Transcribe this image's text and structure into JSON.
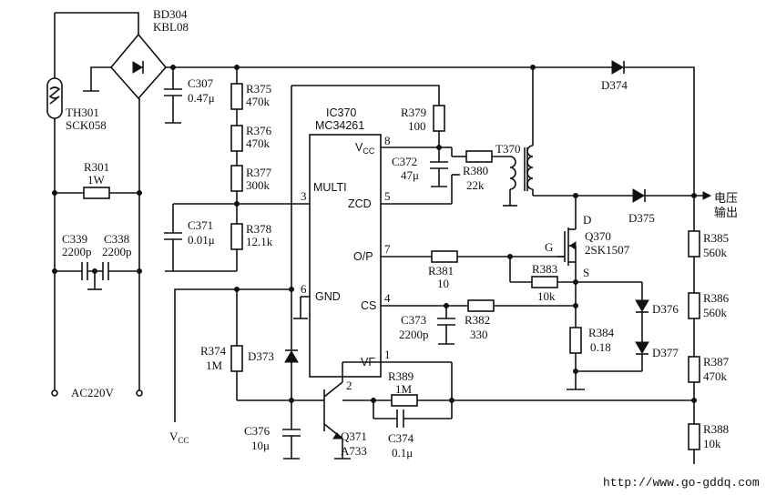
{
  "labels": {
    "bd_ref": "BD304",
    "bd_val": "KBL08",
    "th_ref": "TH301",
    "th_val": "SCK058",
    "r301_ref": "R301",
    "r301_val": "1W",
    "c339_ref": "C339",
    "c338_ref": "C338",
    "c339_val": "2200p",
    "c338_val": "2200p",
    "ac": "AC220V",
    "c307_ref": "C307",
    "c307_val": "0.47μ",
    "r375_ref": "R375",
    "r375_val": "470k",
    "r376_ref": "R376",
    "r376_val": "470k",
    "r377_ref": "R377",
    "r377_val": "300k",
    "r378_ref": "R378",
    "r378_val": "12.1k",
    "c371_ref": "C371",
    "c371_val": "0.01μ",
    "ic_ref": "IC370",
    "ic_val": "MC34261",
    "vcc_pin": "V",
    "vcc_pin_sub": "CC",
    "multi": "MULTI",
    "zcd": "ZCD",
    "op": "O/P",
    "gnd": "GND",
    "cs": "CS",
    "vf": "VF",
    "pin8": "8",
    "pin3": "3",
    "pin5": "5",
    "pin7": "7",
    "pin6": "6",
    "pin4": "4",
    "pin1": "1",
    "pin2": "2",
    "r379_ref": "R379",
    "r379_val": "100",
    "c372_ref": "C372",
    "c372_val": "47μ",
    "r380_ref": "R380",
    "r380_val": "22k",
    "t370": "T370",
    "d374": "D374",
    "d375": "D375",
    "out": "电压",
    "out2": "输出",
    "q370_ref": "Q370",
    "q370_val": "2SK1507",
    "g": "G",
    "d": "D",
    "s": "S",
    "r381_ref": "R381",
    "r381_val": "10",
    "r383_ref": "R383",
    "r383_val": "10k",
    "c373_ref": "C373",
    "c373_val": "2200p",
    "r382_ref": "R382",
    "r382_val": "330",
    "r384_ref": "R384",
    "r384_val": "0.18",
    "d376": "D376",
    "d377": "D377",
    "r385_ref": "R385",
    "r385_val": "560k",
    "r386_ref": "R386",
    "r386_val": "560k",
    "r387_ref": "R387",
    "r387_val": "470k",
    "r388_ref": "R388",
    "r388_val": "10k",
    "r374_ref": "R374",
    "r374_val": "1M",
    "d373": "D373",
    "vcc_left": "V",
    "vcc_left_sub": "CC",
    "c376_ref": "C376",
    "c376_val": "10μ",
    "q371_ref": "Q371",
    "q371_val": "A733",
    "r389_ref": "R389",
    "r389_val": "1M",
    "c374_ref": "C374",
    "c374_val": "0.1μ",
    "url": "http://www.go-gddq.com"
  }
}
